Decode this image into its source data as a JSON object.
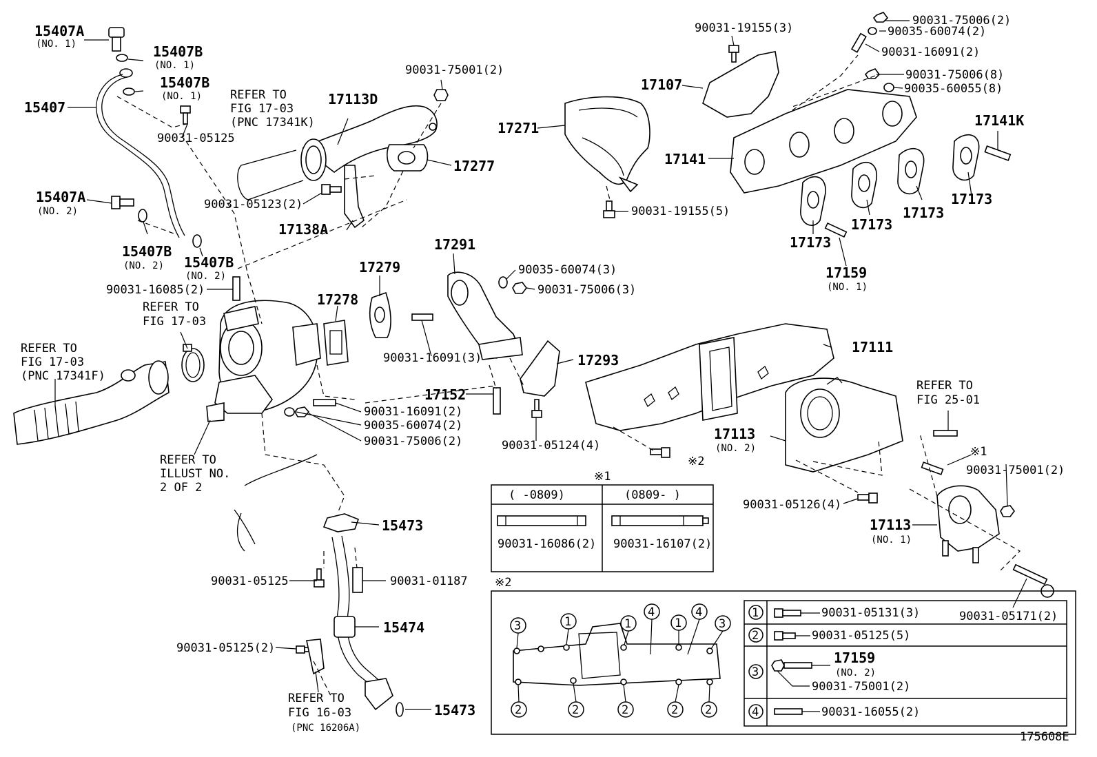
{
  "labels": {
    "p15407A_1": "15407A",
    "p15407A_1n": "(NO. 1)",
    "p15407B_1a": "15407B",
    "p15407B_1an": "(NO. 1)",
    "p15407B_1b": "15407B",
    "p15407B_1bn": "(NO. 1)",
    "p15407": "15407",
    "p90031_05125a": "90031-05125",
    "p15407A_2": "15407A",
    "p15407A_2n": "(NO. 2)",
    "p15407B_2a": "15407B",
    "p15407B_2an": "(NO. 2)",
    "p15407B_2b": "15407B",
    "p15407B_2bn": "(NO. 2)",
    "refer1603a_1": "REFER TO",
    "refer1603a_2": "FIG 17-03",
    "refer1603a_3": "(PNC 17341K)",
    "p17113D": "17113D",
    "p90031_75001a": "90031-75001(2)",
    "p17277": "17277",
    "p90031_05123": "90031-05123(2)",
    "p17138A": "17138A",
    "p17271": "17271",
    "p90031_19155_3": "90031-19155(3)",
    "p17107": "17107",
    "p90031_19155_5": "90031-19155(5)",
    "p90031_75006_2a": "90031-75006(2)",
    "p90035_60074_2a": "90035-60074(2)",
    "p90031_16091_2a": "90031-16091(2)",
    "p90031_75006_8": "90031-75006(8)",
    "p90035_60055_8": "90035-60055(8)",
    "p17141K": "17141K",
    "p17141": "17141",
    "p17173a": "17173",
    "p17173b": "17173",
    "p17173c": "17173",
    "p17173d": "17173",
    "p17159": "17159",
    "p17159n": "(NO. 1)",
    "p90031_16085": "90031-16085(2)",
    "refer1703b_1": "REFER TO",
    "refer1703b_2": "FIG 17-03",
    "p17278": "17278",
    "p17279": "17279",
    "p17291": "17291",
    "p90035_60074_3": "90035-60074(3)",
    "p90031_75006_3": "90031-75006(3)",
    "p90031_16091_3": "90031-16091(3)",
    "p17293": "17293",
    "p17111": "17111",
    "refer1703c_1": "REFER TO",
    "refer1703c_2": "FIG 17-03",
    "refer1703c_3": "(PNC 17341F)",
    "p17152": "17152",
    "p90031_16091_2b": "90031-16091(2)",
    "p90035_60074_2b": "90035-60074(2)",
    "p90031_75006_2b": "90031-75006(2)",
    "p90031_05124": "90031-05124(4)",
    "refer2501_1": "REFER TO",
    "refer2501_2": "FIG 25-01",
    "p17113_2": "17113",
    "p17113_2n": "(NO. 2)",
    "mark2": "※2",
    "mark1b": "※1",
    "p90031_75001b": "90031-75001(2)",
    "p90031_05126": "90031-05126(4)",
    "p17113_1": "17113",
    "p17113_1n": "(NO. 1)",
    "p90031_05171": "90031-05171(2)",
    "referIllust_1": "REFER TO",
    "referIllust_2": "ILLUST NO.",
    "referIllust_3": "2 OF 2",
    "p15473a": "15473",
    "p90031_05125b": "90031-05125",
    "p90031_01187": "90031-01187",
    "p15474": "15474",
    "p90031_05125c": "90031-05125(2)",
    "refer1603_1": "REFER TO",
    "refer1603_2": "FIG 16-03",
    "refer1603_3": "(PNC 16206A)",
    "p15473b": "15473",
    "figure_id": "175608E"
  },
  "table1": {
    "title": "※1",
    "col1_header": "(     -0809)",
    "col2_header": "(0809-     )",
    "col1_part": "90031-16086(2)",
    "col2_part": "90031-16107(2)"
  },
  "table2": {
    "title": "※2",
    "callouts": [
      "3",
      "1",
      "1",
      "4",
      "1",
      "4",
      "3",
      "2",
      "2",
      "2",
      "2",
      "2"
    ],
    "legend": [
      {
        "num": "1",
        "part": "90031-05131(3)"
      },
      {
        "num": "2",
        "part": "90031-05125(5)"
      },
      {
        "num": "3",
        "part": "17159",
        "note": "(NO. 2)",
        "part2": "90031-75001(2)"
      },
      {
        "num": "4",
        "part": "90031-16055(2)"
      }
    ]
  }
}
